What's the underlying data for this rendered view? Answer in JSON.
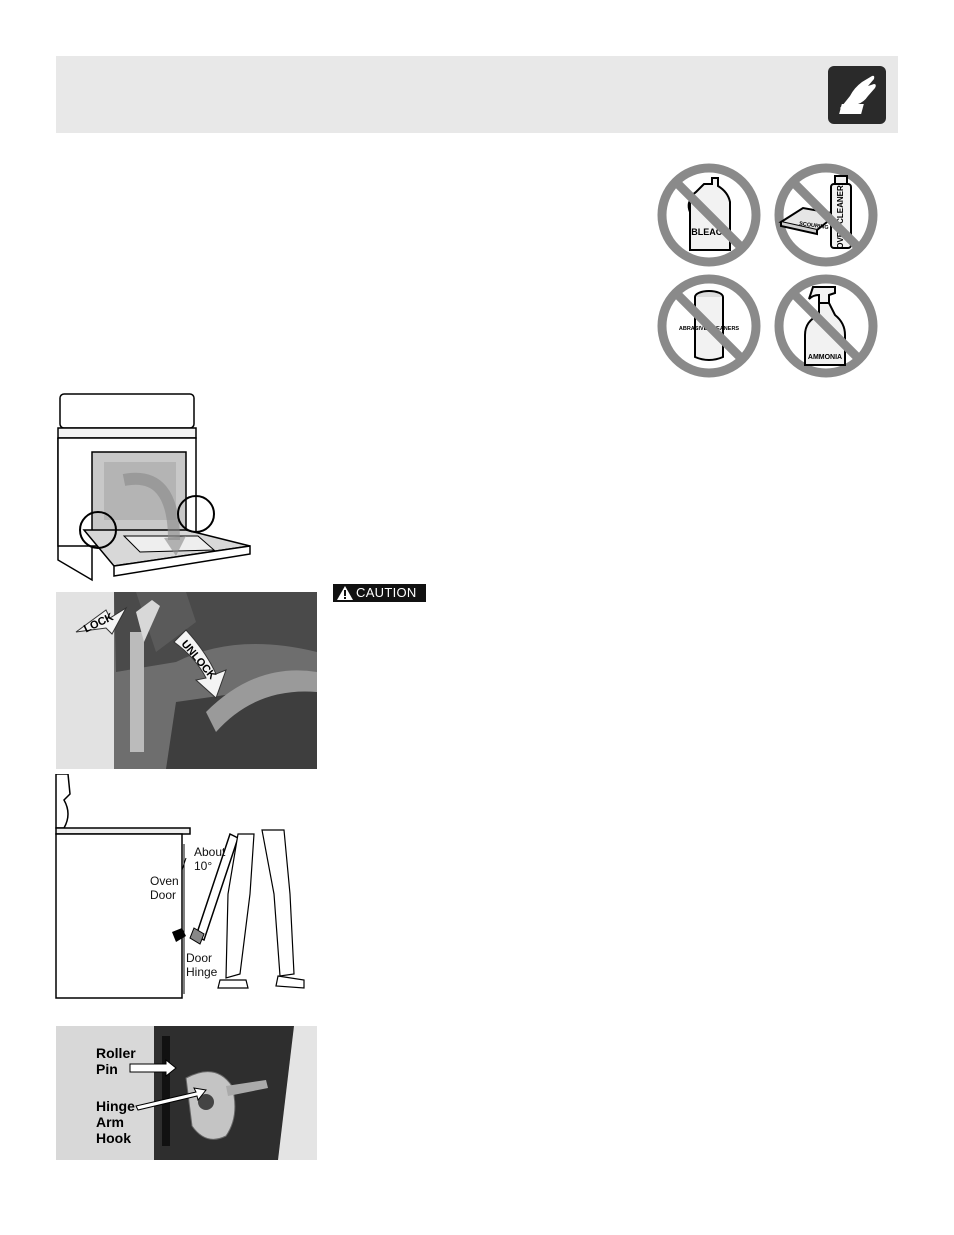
{
  "header": {
    "icon": "hand-cleaning-icon"
  },
  "prohibited_cleaners": [
    {
      "label": "BLEACH",
      "icon": "bleach-bottle-icon"
    },
    {
      "label_pads": "SCOURING PADS",
      "label_can": "OVEN CLEANER",
      "icon": "oven-cleaner-icon"
    },
    {
      "label": "ABRASIVE CLEANERS",
      "icon": "abrasive-cleaner-can-icon"
    },
    {
      "label": "AMMONIA",
      "icon": "spray-bottle-icon"
    }
  ],
  "caution": {
    "label": "CAUTION",
    "icon": "warning-triangle-icon"
  },
  "lock_photo": {
    "lock_label": "LOCK",
    "unlock_label": "UNLOCK"
  },
  "door_removal": {
    "angle_label_1": "About",
    "angle_label_2": "10°",
    "door_label_1": "Oven",
    "door_label_2": "Door",
    "hinge_label_1": "Door",
    "hinge_label_2": "Hinge"
  },
  "roller_photo": {
    "roller_label_1": "Roller",
    "roller_label_2": "Pin",
    "hook_label_1": "Hinge",
    "hook_label_2": "Arm",
    "hook_label_3": "Hook"
  }
}
